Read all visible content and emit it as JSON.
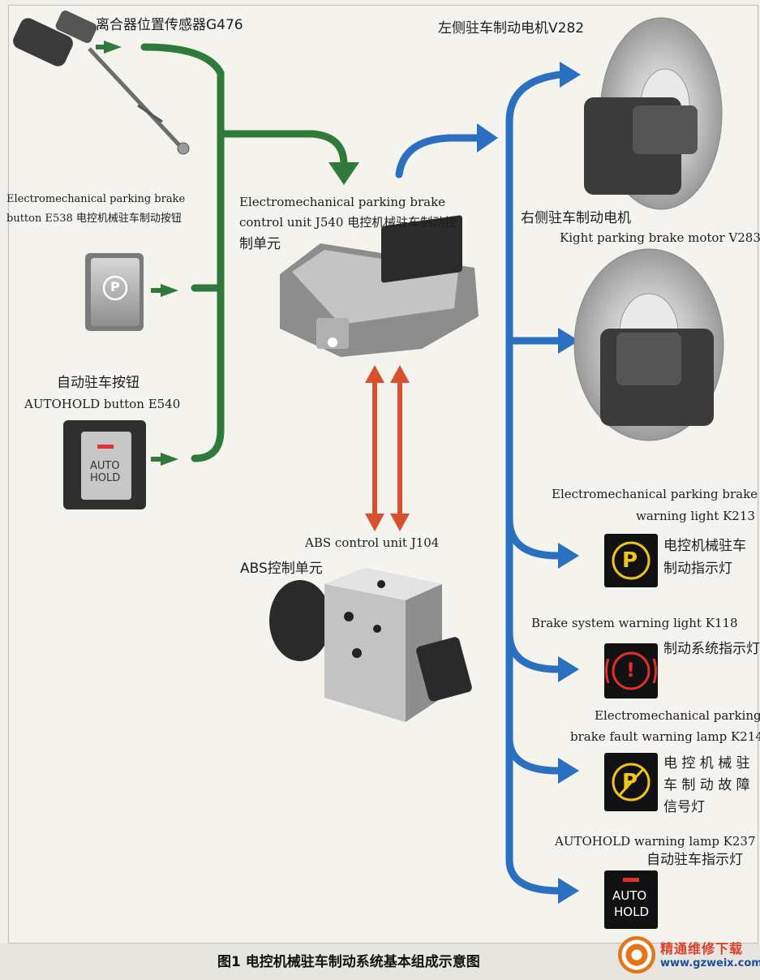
{
  "labels": {
    "clutch_sensor": "离合器位置传感器G476",
    "epb_button_en1": "Electromechanical parking brake",
    "epb_button_en2": "button E538 电控机械驻车制动按钮",
    "autohold_zh": "自动驻车按钮",
    "autohold_en": "AUTOHOLD button E540",
    "control_unit_en1": "Electromechanical parking brake",
    "control_unit_en2": "control unit J540 电控机械驻车制动控",
    "control_unit_zh": "制单元",
    "abs_en": "ABS control unit J104",
    "abs_zh": "ABS控制单元",
    "left_motor": "左侧驻车制动电机V282",
    "right_motor_zh": "右侧驻车制动电机",
    "right_motor_en": "Kight parking brake motor V283",
    "k213_en1": "Electromechanical parking brake",
    "k213_en2": "warning light  K213",
    "k213_zh1": "电控机械驻车",
    "k213_zh2": "制动指示灯",
    "k118_en": "Brake  system  warning  light K118",
    "k118_zh": "制动系统指示灯",
    "k214_en1": "Electromechanical  parking",
    "k214_en2": "brake fault warning lamp K214",
    "k214_zh1": "电 控 机 械 驻",
    "k214_zh2": "车 制 动 故 障",
    "k214_zh3": "信号灯",
    "k237_en": "AUTOHOLD warning lamp K237",
    "k237_zh": "自动驻车指示灯"
  },
  "button_text": {
    "autohold_line1": "AUTO",
    "autohold_line2": "HOLD",
    "p_symbol": "P",
    "warn_symbol": "!",
    "lamp_autohold_line1": "AUTO",
    "lamp_autohold_line2": "HOLD"
  },
  "caption": "图1 电控机械驻车制动系统基本组成示意图",
  "watermark": {
    "name": "精通维修下载",
    "url": "www.gzweix.com"
  },
  "colors": {
    "input_flow": "#2f7a3a",
    "output_flow": "#2b6fc0",
    "bus_flow": "#d8502e",
    "lamp_amber": "#f0c419",
    "lamp_red": "#e0302a"
  }
}
